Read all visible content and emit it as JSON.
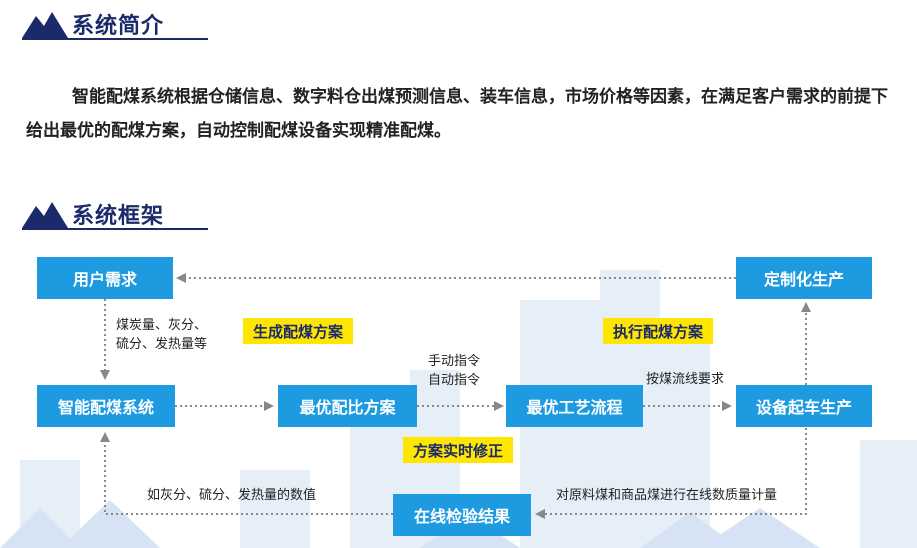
{
  "sections": {
    "intro_title": "系统简介",
    "framework_title": "系统框架"
  },
  "intro": {
    "text": "智能配煤系统根据仓储信息、数字料仓出煤预测信息、装车信息，市场价格等因素，在满足客户需求的前提下给出最优的配煤方案，自动控制配煤设备实现精准配煤。"
  },
  "diagram": {
    "nodes": {
      "user_demand": "用户需求",
      "custom_production": "定制化生产",
      "smart_system": "智能配煤系统",
      "optimal_ratio": "最优配比方案",
      "optimal_process": "最优工艺流程",
      "equipment_start": "设备起车生产",
      "online_result": "在线检验结果"
    },
    "tags": {
      "generate_plan": "生成配煤方案",
      "execute_plan": "执行配煤方案",
      "realtime_fix": "方案实时修正"
    },
    "labels": {
      "coal_params_1": "煤炭量、灰分、",
      "coal_params_2": "硫分、发热量等",
      "manual_cmd": "手动指令",
      "auto_cmd": "自动指令",
      "by_flow": "按煤流线要求",
      "values": "如灰分、硫分、发热量的数值",
      "online_measure": "对原料煤和商品煤进行在线数质量计量"
    },
    "colors": {
      "node_fill": "#1e9be0",
      "tag_fill": "#ffe600",
      "arrow": "#888888",
      "title": "#1a2a6a"
    }
  }
}
